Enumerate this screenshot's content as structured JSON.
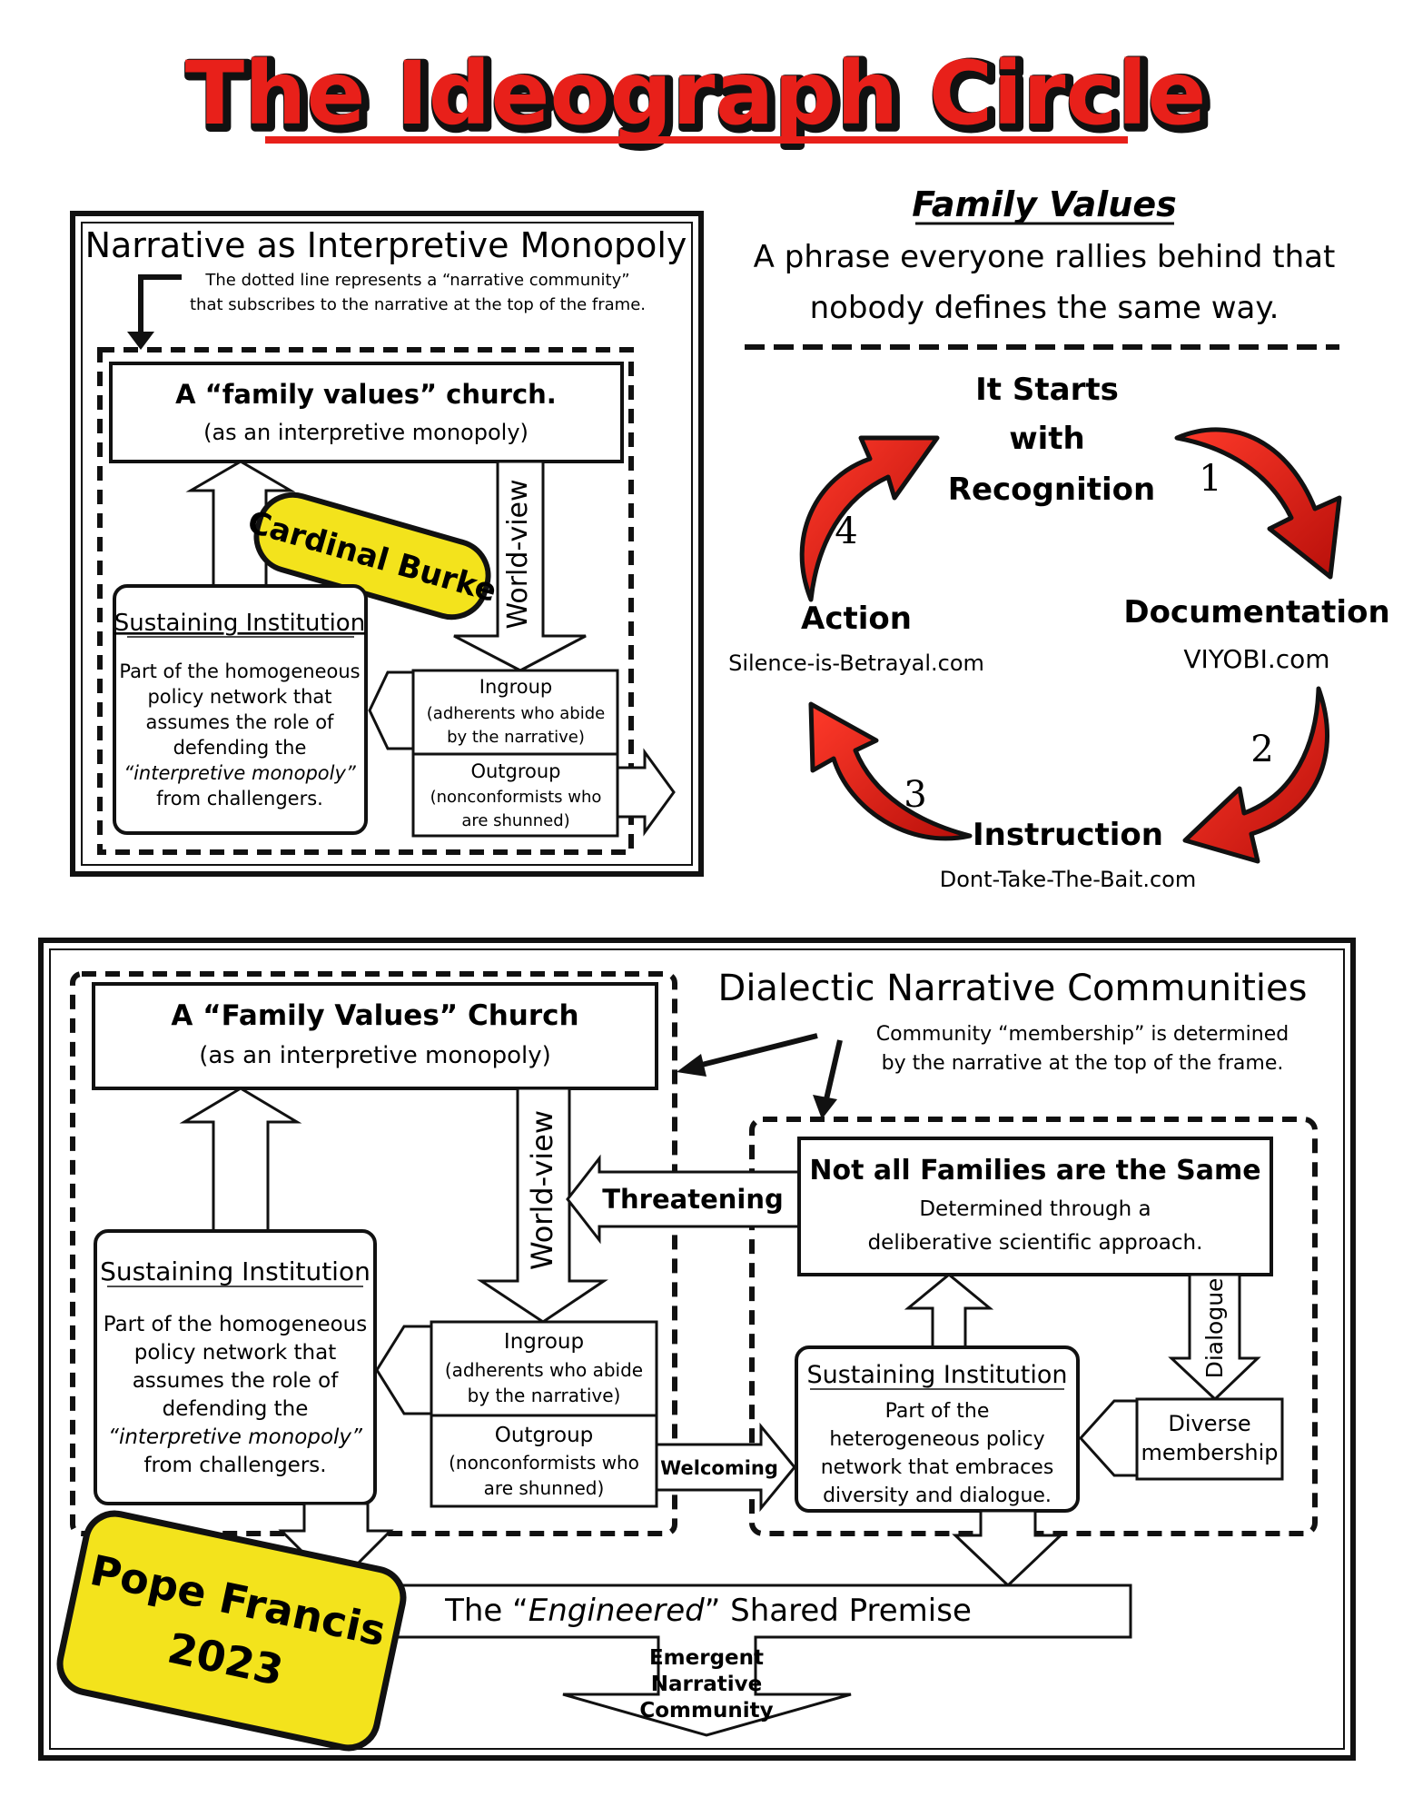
{
  "title": "The Ideograph Circle",
  "colors": {
    "red": "#e8201a",
    "yellow": "#f3e31c",
    "black": "#111111"
  },
  "top_diagram": {
    "title": "Narrative as Interpretive Monopoly",
    "note_line1": "The dotted line represents a “narrative community”",
    "note_line2": "that subscribes to the narrative at the top of the frame.",
    "church_title": "A “family values” church.",
    "church_sub": "(as an interpretive monopoly)",
    "worldview": "World-view",
    "badge": "Cardinal Burke",
    "sustaining_title": "Sustaining Institution",
    "sustaining_lines": [
      "Part of the homogeneous",
      "policy network that",
      "assumes the role of",
      "defending the",
      "“interpretive monopoly”",
      "from challengers."
    ],
    "ingroup_title": "Ingroup",
    "ingroup_lines": [
      "(adherents who abide",
      "by the narrative)"
    ],
    "outgroup_title": "Outgroup",
    "outgroup_lines": [
      "(nonconformists who",
      "are shunned)"
    ]
  },
  "cycle": {
    "heading": "Family Values",
    "desc_line1": "A phrase everyone rallies behind that",
    "desc_line2": "nobody defines the same way.",
    "start_lines": [
      "It Starts",
      "with",
      "Recognition"
    ],
    "num1": "1",
    "num2": "2",
    "num3": "3",
    "num4": "4",
    "documentation": "Documentation",
    "documentation_site": "VIYOBI.com",
    "instruction": "Instruction",
    "instruction_site": "Dont-Take-The-Bait.com",
    "action": "Action",
    "action_site": "Silence-is-Betrayal.com"
  },
  "bottom_diagram": {
    "title": "Dialectic Narrative Communities",
    "note_line1": "Community “membership” is determined",
    "note_line2": "by the narrative at the top of the frame.",
    "church_title": "A “Family Values” Church",
    "church_sub": "(as an interpretive monopoly)",
    "worldview": "World-view",
    "sustaining_title": "Sustaining Institution",
    "sustaining_lines": [
      "Part of the homogeneous",
      "policy network that",
      "assumes the role of",
      "defending the",
      "“interpretive monopoly”",
      "from challengers."
    ],
    "ingroup_title": "Ingroup",
    "ingroup_lines": [
      "(adherents who abide",
      "by the narrative)"
    ],
    "outgroup_title": "Outgroup",
    "outgroup_lines": [
      "(nonconformists who",
      "are shunned)"
    ],
    "threatening": "Threatening",
    "welcoming": "Welcoming",
    "families_title": "Not all Families are the Same",
    "families_lines": [
      "Determined through a",
      "deliberative scientific approach."
    ],
    "dialogue": "Dialogue",
    "sustaining2_title": "Sustaining Institution",
    "sustaining2_lines": [
      "Part of the",
      "heterogeneous policy",
      "network that embraces",
      "diversity and dialogue."
    ],
    "diverse_lines": [
      "Diverse",
      "membership"
    ],
    "premise_pre": "The “",
    "premise_em": "Engineered",
    "premise_post": "” Shared Premise",
    "emergent_lines": [
      "Emergent",
      "Narrative",
      "Community"
    ],
    "badge_line1": "Pope Francis",
    "badge_line2": "2023"
  }
}
